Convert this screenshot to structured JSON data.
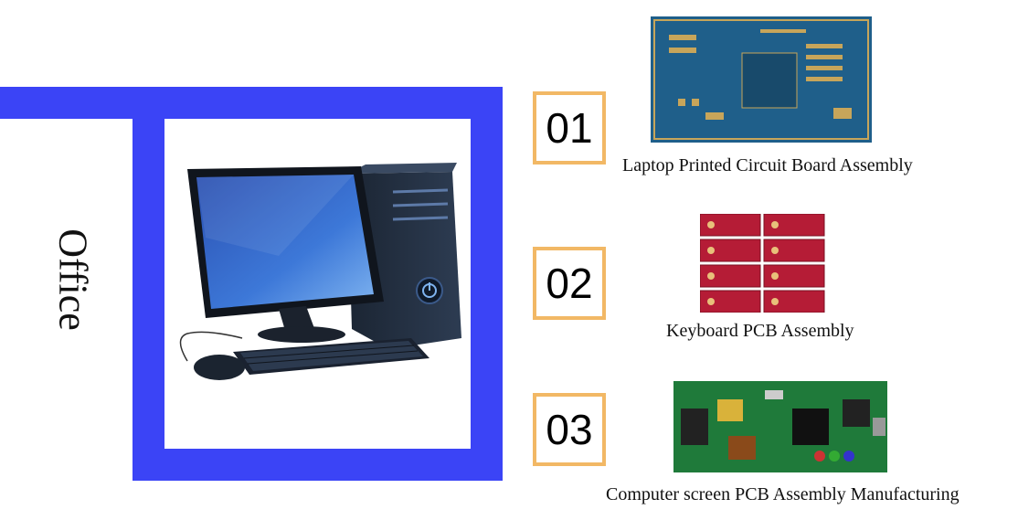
{
  "section_label": "Office",
  "items": [
    {
      "number": "01",
      "caption": "Laptop Printed Circuit Board Assembly"
    },
    {
      "number": "02",
      "caption": "Keyboard PCB Assembly"
    },
    {
      "number": "03",
      "caption": "Computer screen PCB Assembly Manufacturing"
    }
  ],
  "colors": {
    "frame": "#3b44f6",
    "number_border": "#f2b865"
  }
}
